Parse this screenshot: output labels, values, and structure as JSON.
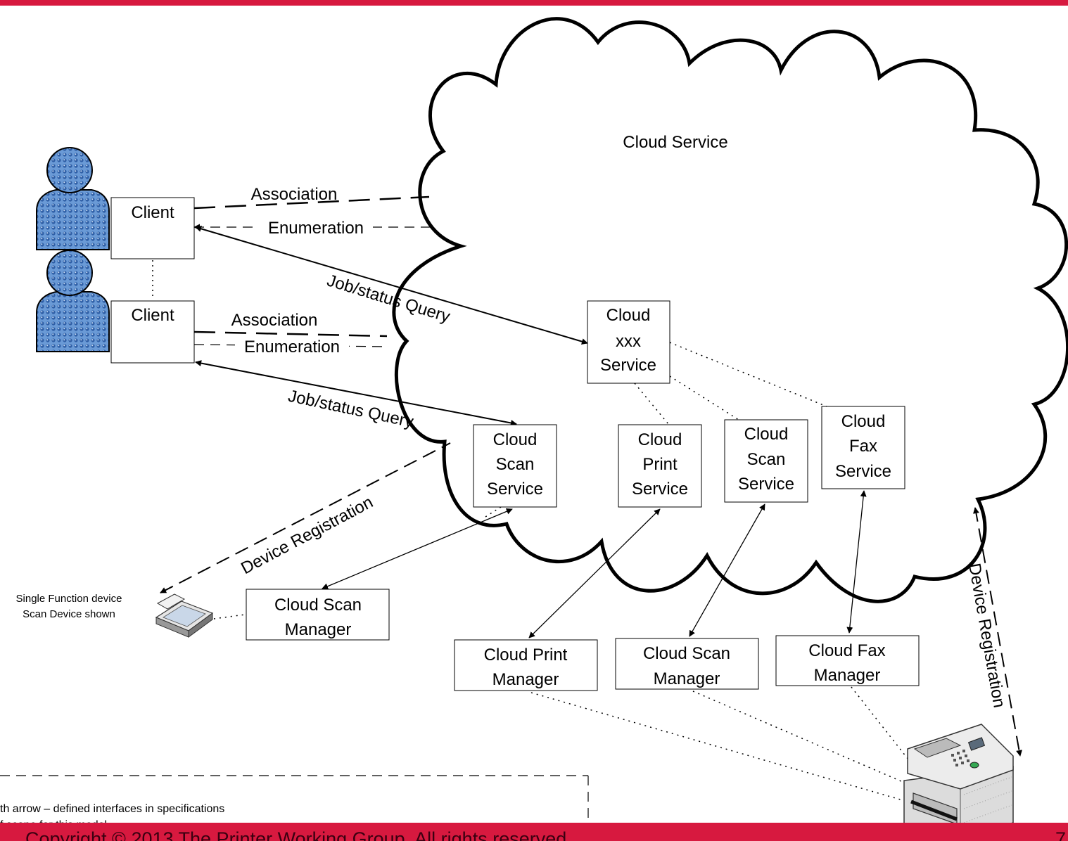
{
  "cloud": {
    "label": "Cloud Service"
  },
  "clients": [
    {
      "label": "Client"
    },
    {
      "label": "Client"
    }
  ],
  "connections": {
    "association_1": "Association",
    "enumeration_1": "Enumeration",
    "job_query_1": "Job/status Query",
    "association_2": "Association",
    "enumeration_2": "Enumeration",
    "job_query_2": "Job/status Query",
    "device_registration_left": "Device Registration",
    "device_registration_right": "Device Registration"
  },
  "services": {
    "xxx": [
      "Cloud",
      "xxx",
      "Service"
    ],
    "scan_left": [
      "Cloud",
      "Scan",
      "Service"
    ],
    "print": [
      "Cloud",
      "Print",
      "Service"
    ],
    "scan_right": [
      "Cloud",
      "Scan",
      "Service"
    ],
    "fax": [
      "Cloud",
      "Fax",
      "Service"
    ]
  },
  "managers": {
    "scan_single": [
      "Cloud Scan",
      "Manager"
    ],
    "print": [
      "Cloud Print",
      "Manager"
    ],
    "scan": [
      "Cloud Scan",
      "Manager"
    ],
    "fax": [
      "Cloud Fax",
      "Manager"
    ]
  },
  "devices": {
    "single_function": [
      "Single Function device",
      "Scan Device shown"
    ]
  },
  "legend": {
    "line1": "th arrow – defined interfaces in specifications",
    "line2": "f scope for this model"
  },
  "footer": {
    "copyright": "Copyright © 2013 The Printer Working Group. All rights reserved.",
    "page_number": "7"
  },
  "colors": {
    "accent": "#d7193f",
    "user_fill": "#5b8fd0",
    "user_dark": "#1b3f78"
  }
}
